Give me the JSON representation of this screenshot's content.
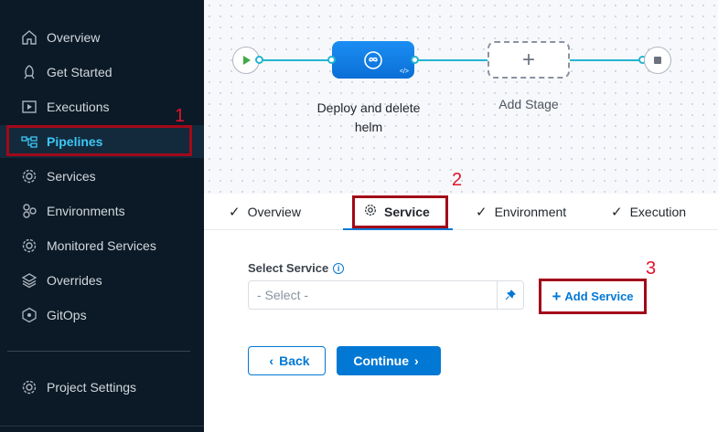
{
  "sidebar": {
    "items": [
      {
        "label": "Overview",
        "icon": "home-icon"
      },
      {
        "label": "Get Started",
        "icon": "rocket-icon"
      },
      {
        "label": "Executions",
        "icon": "executions-icon"
      },
      {
        "label": "Pipelines",
        "icon": "pipelines-icon",
        "active": true
      },
      {
        "label": "Services",
        "icon": "services-gear-icon"
      },
      {
        "label": "Environments",
        "icon": "environments-icon"
      },
      {
        "label": "Monitored Services",
        "icon": "monitored-services-icon"
      },
      {
        "label": "Overrides",
        "icon": "overrides-layers-icon"
      },
      {
        "label": "GitOps",
        "icon": "gitops-icon"
      }
    ],
    "settings": {
      "label": "Project Settings",
      "icon": "settings-gear-icon"
    }
  },
  "callouts": {
    "one": "1",
    "two": "2",
    "three": "3"
  },
  "canvas": {
    "stage_label": "Deploy and delete helm",
    "add_stage_label": "Add Stage"
  },
  "tabs": [
    {
      "label": "Overview",
      "done": true
    },
    {
      "label": "Service",
      "active": true
    },
    {
      "label": "Environment",
      "done": true
    },
    {
      "label": "Execution",
      "done": true
    }
  ],
  "form": {
    "select_label": "Select Service",
    "select_placeholder": "- Select -",
    "add_service_label": "Add Service"
  },
  "buttons": {
    "back": "Back",
    "continue": "Continue"
  },
  "colors": {
    "accent": "#0278d5",
    "highlight": "#a2091a",
    "callout": "#e4112d",
    "sidebar_bg": "#0b1a26",
    "pipeline_line": "#25b4cf"
  }
}
